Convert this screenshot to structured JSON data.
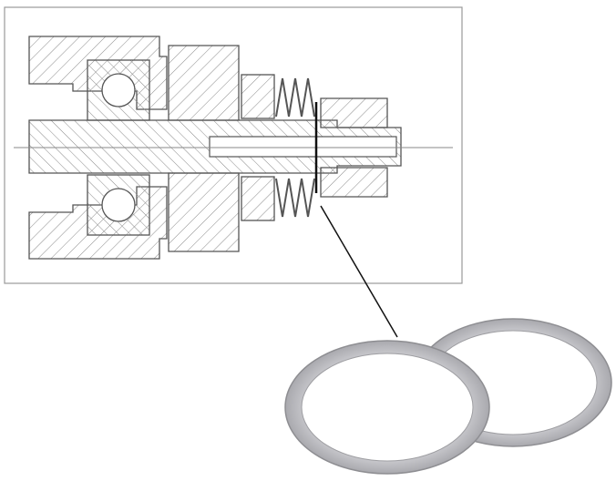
{
  "figure": {
    "parts": [
      "housing",
      "ball-bearing-top",
      "ball-bearing-bottom",
      "shaft",
      "disc-spring-stack-top",
      "disc-spring-stack-bottom",
      "nut",
      "shim-washer"
    ],
    "colors": {
      "line": "#555555",
      "frame": "#9a9a9a",
      "washer_fill": "#c9c9cc",
      "washer_edge": "#8e8e92",
      "leader": "#111111"
    }
  }
}
